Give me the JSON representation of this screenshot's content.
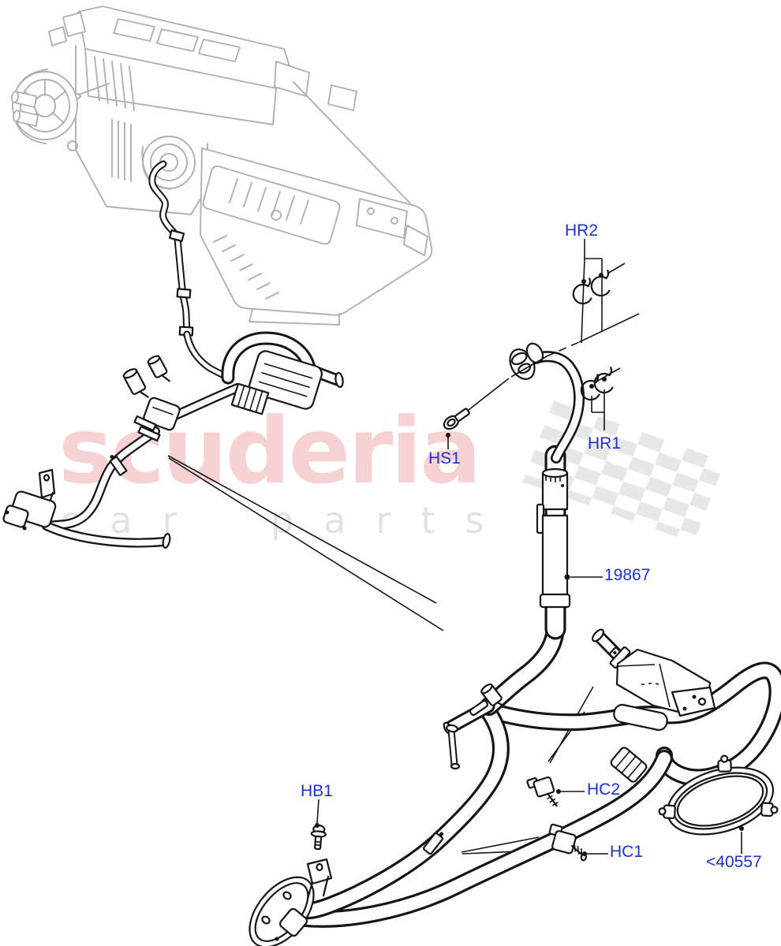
{
  "watermark": {
    "brand": "scuderia",
    "subtitle": "car parts"
  },
  "labels": {
    "hr2": {
      "text": "HR2"
    },
    "hs1": {
      "text": "HS1"
    },
    "hr1": {
      "text": "HR1"
    },
    "pipe": {
      "text": "19867"
    },
    "hb1": {
      "text": "HB1"
    },
    "hc2": {
      "text": "HC2"
    },
    "hc1": {
      "text": "HC1"
    },
    "grommet": {
      "text": "<40557"
    }
  },
  "colors": {
    "label_blue": "#1d33d1",
    "line_black": "#151515",
    "engine_gray": "#b0b0b0",
    "checker_gray": "#e7e7e7",
    "watermark_pink": "#f7d2d2",
    "watermark_gray": "#e2e2e2",
    "background": "#ffffff"
  }
}
